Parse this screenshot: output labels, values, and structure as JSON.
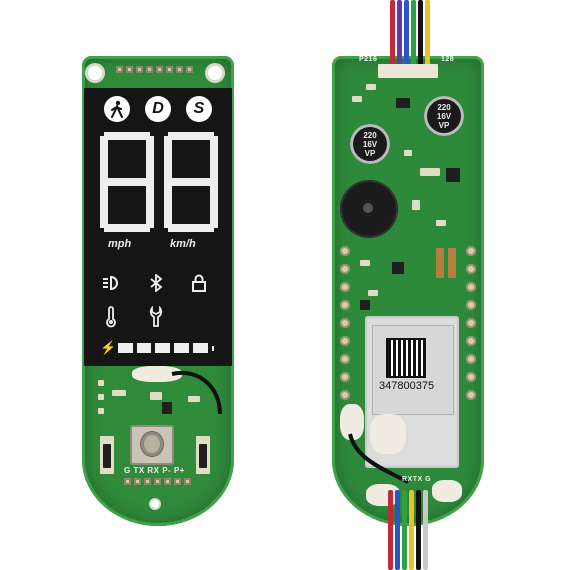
{
  "lcd": {
    "mode_walk_icon": "pedestrian-icon",
    "mode_d": "D",
    "mode_s": "S",
    "speed_digits": "88",
    "unit_left": "mph",
    "unit_right": "km/h",
    "indicators": [
      "headlight-icon",
      "bluetooth-icon",
      "lock-icon",
      "thermometer-icon",
      "wrench-icon"
    ],
    "battery": {
      "bolt": "⚡",
      "segments": 5
    }
  },
  "left_board": {
    "silkscreen": "G  TX RX P- P+"
  },
  "right_board": {
    "cap1_label": "220\n16V\nVP",
    "cap2_label": "220\n16V\nVP",
    "silk_top_left": "P216",
    "silk_top_right": "128",
    "module_serial": "347800375",
    "silk_bottom": "RXTX G"
  },
  "colors": {
    "pcb": "#2f8a3a",
    "lcd": "#151515",
    "segment": "#eeeeee"
  }
}
